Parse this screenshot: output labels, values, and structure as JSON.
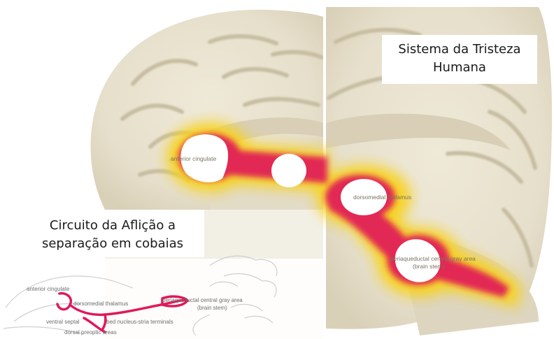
{
  "title": {
    "line1": "Sistema da Tristeza",
    "line2": "Humana"
  },
  "caption": {
    "line1": "Circuito da Aflição a",
    "line2": "separação em cobaias"
  },
  "human_labels": {
    "anterior_cingulate": "anterior cingulate",
    "dorsomedial_thalamus": "dorsomedial thalamus",
    "pag_line1": "periaqueductal central gray area",
    "pag_line2": "(brain stem)"
  },
  "guinea_pig_labels": {
    "anterior_cingulate": "anterior cingulate",
    "dorsomedial_thalamus": "dorsomedial thalamus",
    "pag_line1": "periaqueductal central gray area",
    "pag_line2": "(brain stem)",
    "ventral_septal": "ventral septal",
    "bed_nucleus": "bed nucleus-stria terminals",
    "dorsal_preoptic": "dorsal preoptic areas"
  },
  "colors": {
    "brain_tissue": "#e8e2cf",
    "brain_fold_shadow": "#cfc6ad",
    "sulcus_line": "#bfb497",
    "activation_core": "#e0195a",
    "activation_glow": "#f7d21a",
    "hotspot": "#ffffff",
    "circuit_line": "#e0195a"
  }
}
